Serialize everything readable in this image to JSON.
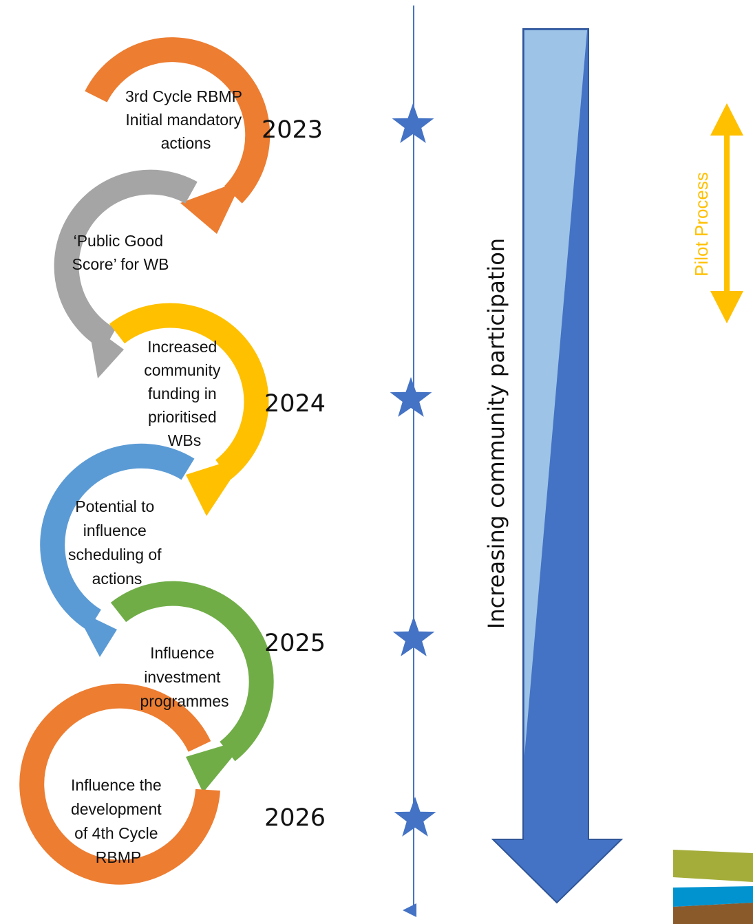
{
  "colors": {
    "orange": "#ed7d31",
    "grey": "#a5a5a5",
    "yellow": "#ffc000",
    "blue_light": "#5b9bd5",
    "green": "#70ad47",
    "timeline_blue": "#4472c4",
    "wedge_light": "#9dc3e6",
    "wedge_dark": "#4472c4"
  },
  "steps": [
    {
      "lines": [
        "3rd Cycle RBMP",
        "Initial mandatory",
        "actions"
      ]
    },
    {
      "lines": [
        "‘Public Good",
        "Score’ for WB"
      ]
    },
    {
      "lines": [
        "Increased",
        "community",
        "funding in",
        "prioritised",
        "WBs"
      ]
    },
    {
      "lines": [
        "Potential to",
        "influence",
        "scheduling of",
        "actions"
      ]
    },
    {
      "lines": [
        "Influence",
        "investment",
        "programmes"
      ]
    },
    {
      "lines": [
        "Influence the",
        "development",
        "of 4th Cycle",
        "RBMP"
      ]
    }
  ],
  "years": [
    "2023",
    "2024",
    "2025",
    "2026"
  ],
  "participation_label": "Increasing community participation",
  "pilot_label": "Pilot Process"
}
